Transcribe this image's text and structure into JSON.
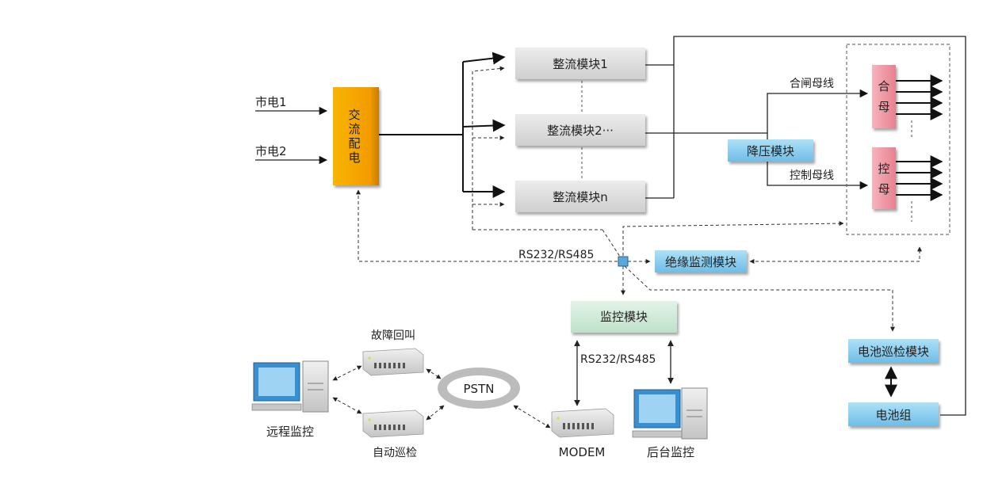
{
  "inputs": {
    "mains1": "市电1",
    "mains2": "市电2"
  },
  "ac_dist": {
    "chars": [
      "交",
      "流",
      "配",
      "电"
    ]
  },
  "rectifiers": [
    "整流模块1",
    "整流模块2···",
    "整流模块n"
  ],
  "bus": {
    "closing_label": "合闸母线",
    "control_label": "控制母线",
    "closing_block": [
      "合",
      "母"
    ],
    "control_block": [
      "控",
      "母"
    ]
  },
  "step_down": "降压模块",
  "comm_left": "RS232/RS485",
  "comm_mid": "RS232/RS485",
  "insulation": "绝缘监测模块",
  "monitor": "监控模块",
  "battery_inspect": "电池巡检模块",
  "battery_group": "电池组",
  "pstn": "PSTN",
  "fault_callback": "故障回叫",
  "auto_patrol": "自动巡检",
  "remote_monitor": "远程监控",
  "modem": "MODEM",
  "backend_monitor": "后台监控",
  "colors": {
    "ac_box": "#f6a800",
    "rectifier": "#dcdcdc",
    "bus_block": "#f29aa6",
    "blue_module": "#8ccff0",
    "monitor_box": "#cfe9d8",
    "pstn_ring": "#9a9a9a"
  }
}
